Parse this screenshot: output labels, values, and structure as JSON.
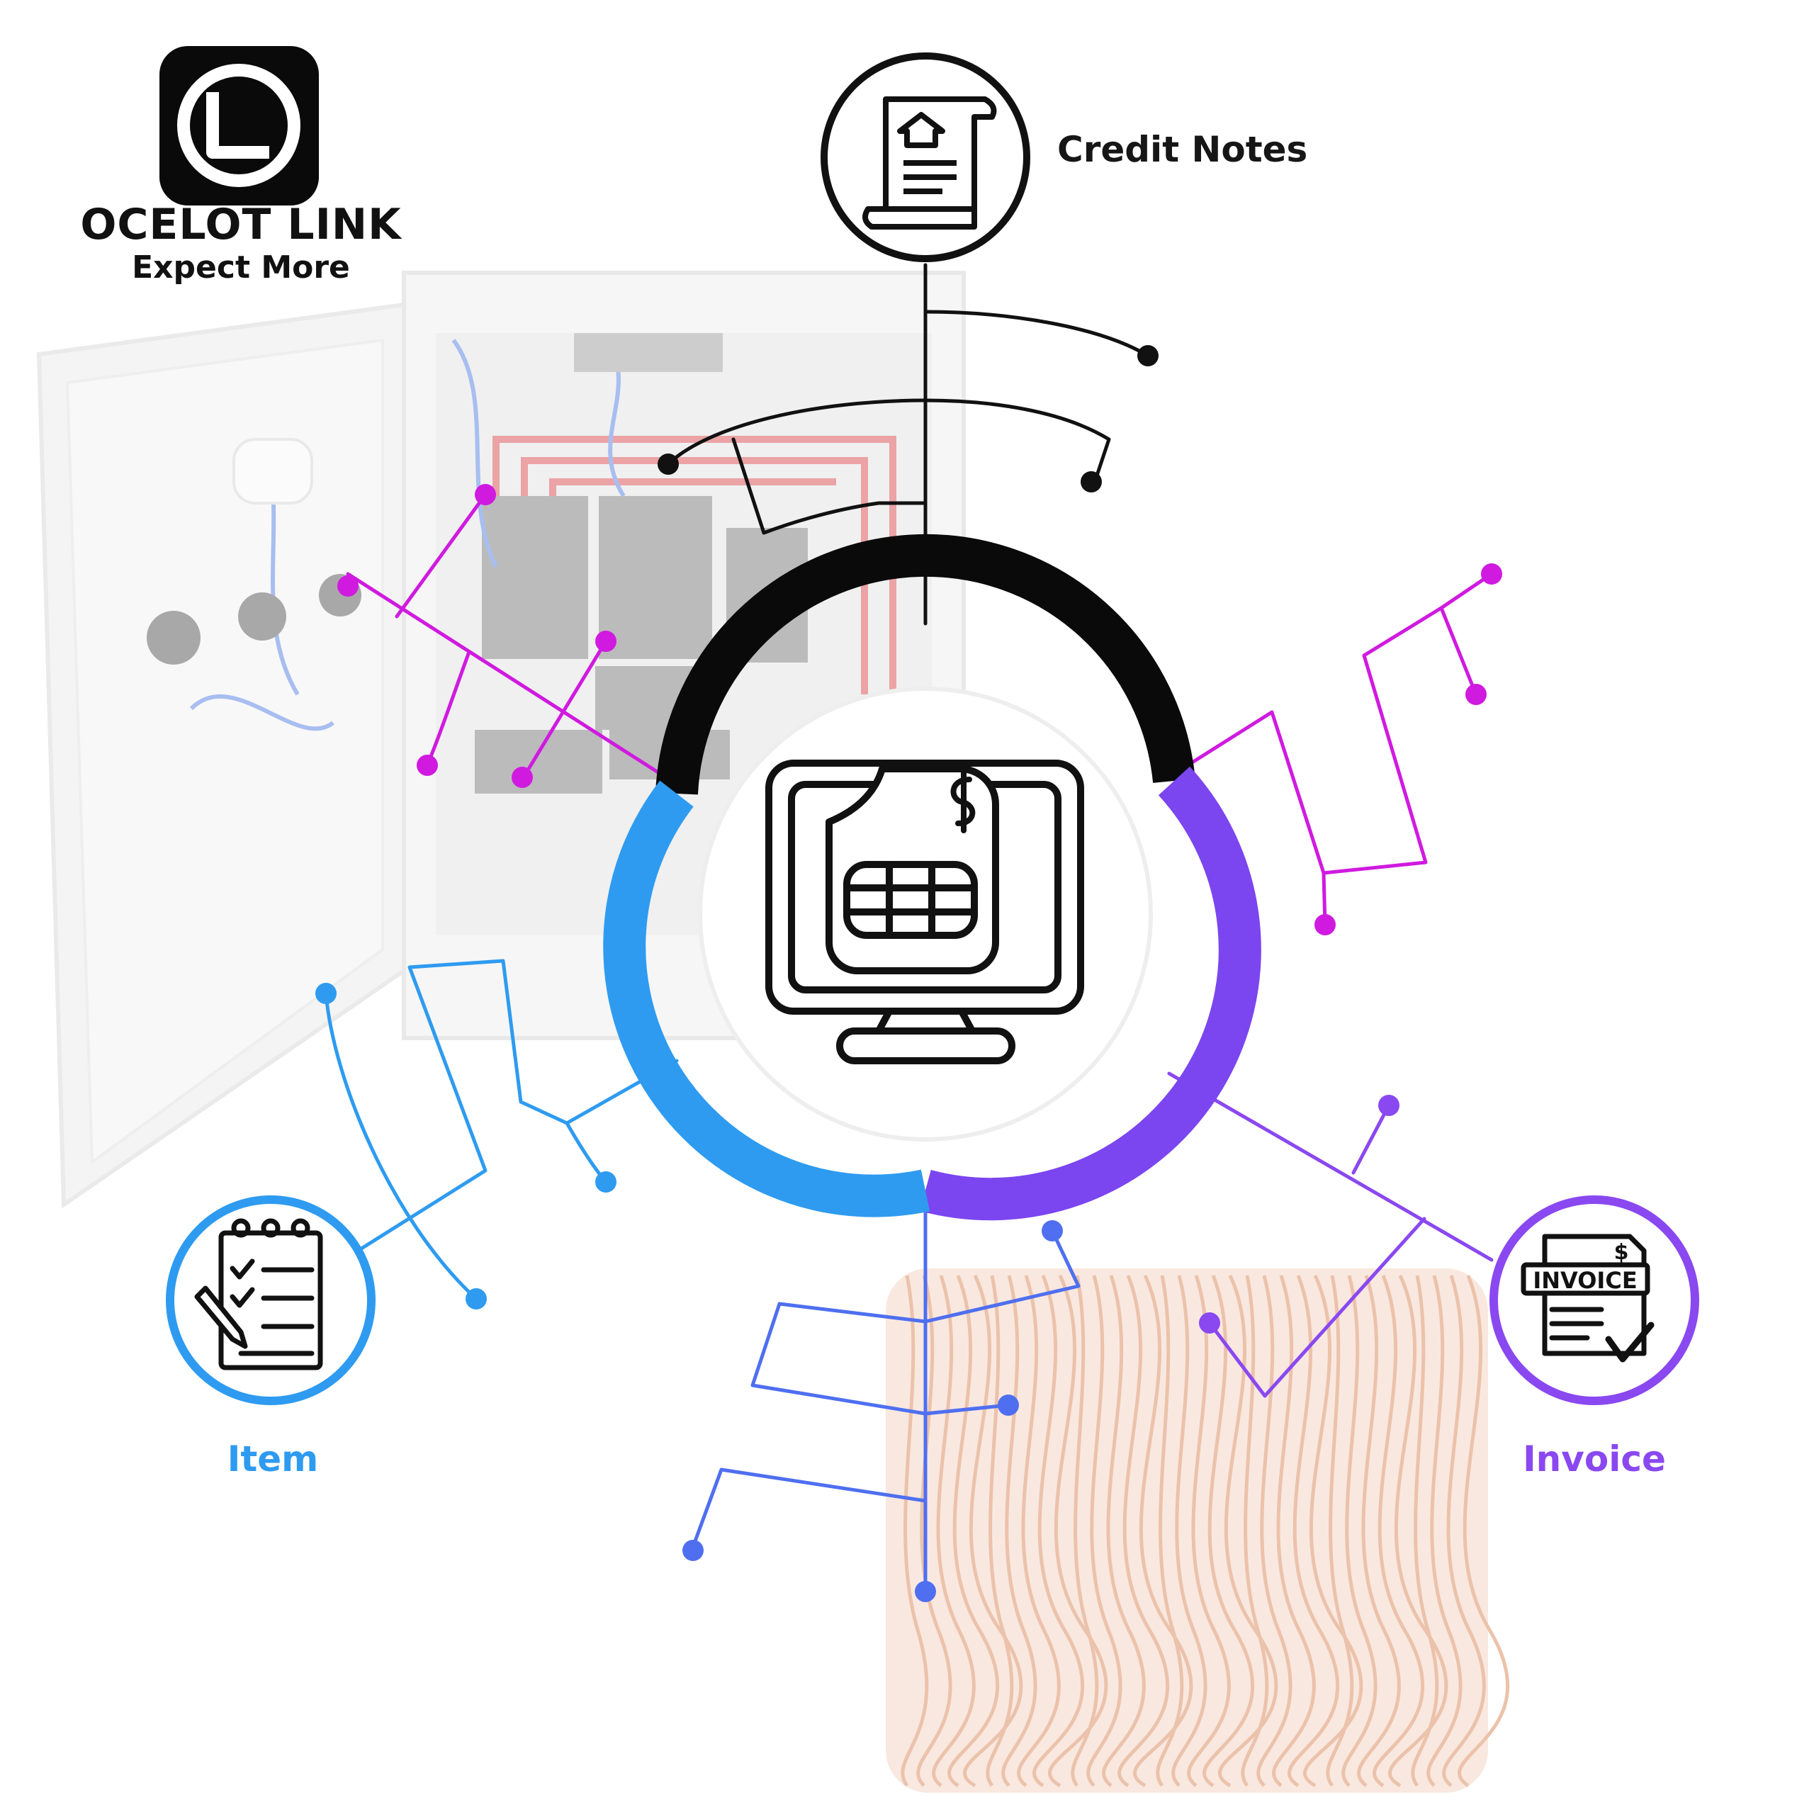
{
  "brand": {
    "name": "OCELOT LINK",
    "tagline": "Expect More",
    "logo_icon": "clock-logo-icon"
  },
  "hub": {
    "icon": "monitor-invoice-icon",
    "ring_colors": {
      "top": "#0a0a0a",
      "right": "#7b45f0",
      "left": "#2e9bf0"
    }
  },
  "nodes": {
    "credit_notes": {
      "label": "Credit Notes",
      "icon": "credit-note-document-icon",
      "color": "#111111"
    },
    "item": {
      "label": "Item",
      "icon": "checklist-notepad-icon",
      "color": "#2e9bf0"
    },
    "invoice": {
      "label": "Invoice",
      "icon": "invoice-check-icon",
      "icon_text": "INVOICE",
      "icon_currency": "$",
      "color": "#8a48f0"
    }
  },
  "circuit_colors": {
    "black": "#111111",
    "magenta": "#d01ae0",
    "blue": "#2e9bf0",
    "indigo": "#4f6ff0",
    "violet": "#8a48f0"
  },
  "background": {
    "left_photo": "electrical-panel-photo",
    "bottom_photo": "copper-wire-coil-photo"
  }
}
